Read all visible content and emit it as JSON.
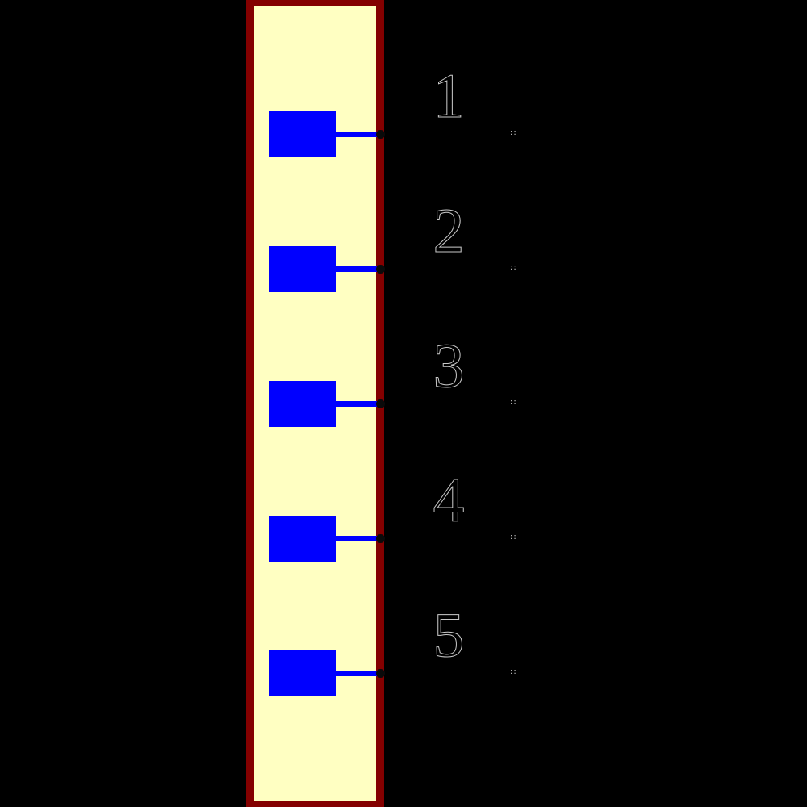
{
  "canvas": {
    "background_color": "#000000"
  },
  "component": {
    "body_fill_color": "#FFFFC2",
    "body_outline_color": "#840000",
    "pin_color": "#0000FF",
    "pin_endpoint_color": "#0A0A0A",
    "pin_number_outline_color": "#C8C8C8",
    "tick_color": "#CFCFCF"
  },
  "pins": [
    {
      "number": "1",
      "tick": "::"
    },
    {
      "number": "2",
      "tick": "::"
    },
    {
      "number": "3",
      "tick": "::"
    },
    {
      "number": "4",
      "tick": "::"
    },
    {
      "number": "5",
      "tick": "::"
    }
  ]
}
